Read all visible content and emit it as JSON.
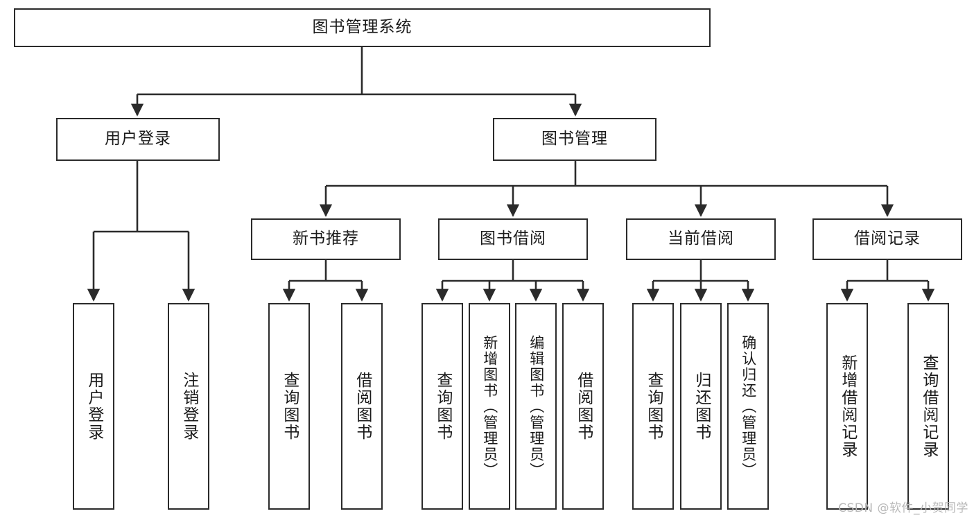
{
  "diagram": {
    "title": "图书管理系统",
    "type": "tree-hierarchy",
    "watermark": "CSDN @软件_小贺同学",
    "colors": {
      "node_border": "#2b2b2b",
      "node_fill": "#ffffff",
      "edge": "#2b2b2b",
      "text": "#1a1a1a",
      "watermark": "#b8b8b8",
      "background": "#ffffff"
    },
    "nodes": {
      "root": {
        "label": "图书管理系统"
      },
      "level2": [
        {
          "label": "用户登录"
        },
        {
          "label": "图书管理"
        }
      ],
      "level3": [
        {
          "label": "新书推荐"
        },
        {
          "label": "图书借阅"
        },
        {
          "label": "当前借阅"
        },
        {
          "label": "借阅记录"
        }
      ],
      "leaves": {
        "user_login": [
          {
            "label": "用户登录"
          },
          {
            "label": "注销登录"
          }
        ],
        "new_book_recommend": [
          {
            "label": "查询图书"
          },
          {
            "label": "借阅图书"
          }
        ],
        "book_borrow": [
          {
            "label": "查询图书"
          },
          {
            "label": "新增图书（管理员）"
          },
          {
            "label": "编辑图书（管理员）"
          },
          {
            "label": "借阅图书"
          }
        ],
        "current_borrow": [
          {
            "label": "查询图书"
          },
          {
            "label": "归还图书"
          },
          {
            "label": "确认归还（管理员）"
          }
        ],
        "borrow_record": [
          {
            "label": "新增借阅记录"
          },
          {
            "label": "查询借阅记录"
          }
        ]
      }
    }
  }
}
